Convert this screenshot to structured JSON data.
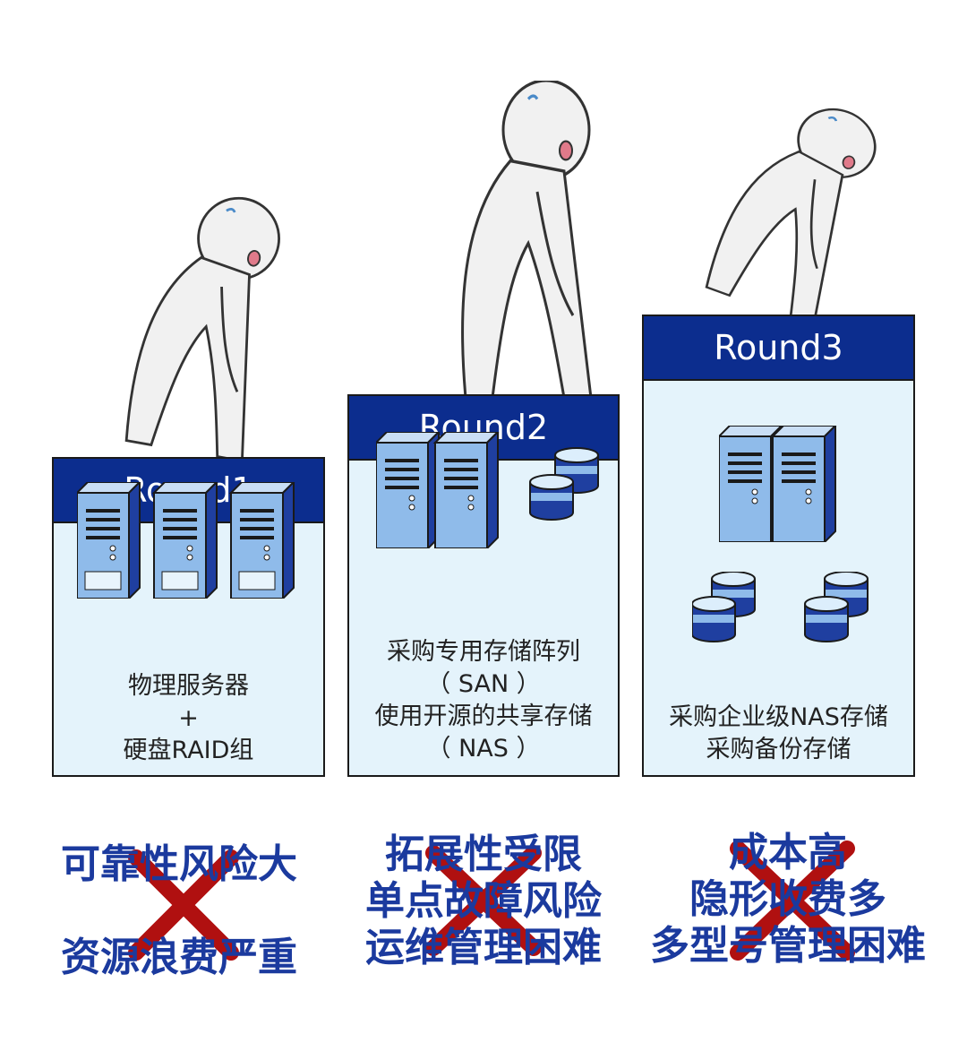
{
  "rounds": [
    {
      "title": "Round1",
      "desc": [
        "物理服务器",
        "+",
        "硬盘RAID组"
      ],
      "problems": [
        "可靠性风险大",
        "资源浪费严重"
      ]
    },
    {
      "title": "Round2",
      "desc": [
        "采购专用存储阵列",
        "（ SAN ）",
        "使用开源的共享存储",
        "（ NAS ）"
      ],
      "problems": [
        "拓展性受限",
        "单点故障风险",
        "运维管理困难"
      ]
    },
    {
      "title": "Round3",
      "desc": [
        "采购企业级NAS存储",
        "采购备份存储"
      ],
      "problems": [
        "成本高",
        "隐形收费多",
        "多型号管理困难"
      ]
    }
  ],
  "colors": {
    "header": "#0c2d8e",
    "panel": "#e4f3fb",
    "problem_text": "#1b3a9e",
    "cross": "#b01010"
  }
}
